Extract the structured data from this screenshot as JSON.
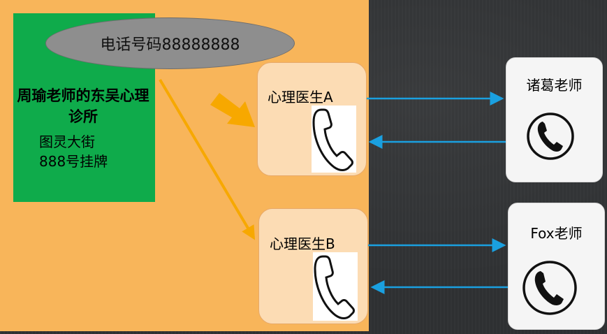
{
  "clinic": {
    "name": "周瑜老师的东吴心理诊所",
    "address_line1": "图灵大街",
    "address_line2": "888号挂牌"
  },
  "phone_number": "电话号码88888888",
  "doctor_a": {
    "label": "心理医生A"
  },
  "doctor_b": {
    "label": "心理医生B"
  },
  "teacher_1": {
    "label": "诸葛老师"
  },
  "teacher_2": {
    "label": "Fox老师"
  },
  "colors": {
    "panel": "#f8b55a",
    "clinic": "#0fab4b",
    "phone_oval": "#8e8e8e",
    "doctor_box": "#fcdcb4",
    "arrow_orange": "#f7a800",
    "arrow_blue": "#1aa0e0"
  }
}
